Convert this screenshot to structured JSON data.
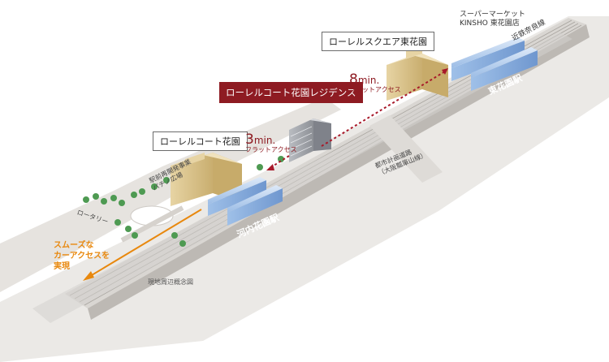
{
  "facilities": {
    "square": "ローレルスクエア東花園",
    "court": "ローレルコート花園",
    "residence": "ローレルコート花園レジデンス",
    "supermarket_line1": "スーパーマーケット",
    "supermarket_line2": "KINSHO 東花園店"
  },
  "stations": {
    "kawachi_hanazono": "河内花園駅",
    "higashi_hanazono": "東花園駅"
  },
  "routes": {
    "railway": "近鉄奈良線",
    "road_line1": "都市計画道路",
    "road_line2": "（大阪瓢箪山線）",
    "redevelopment_line1": "駅前再開発事業",
    "redevelopment_line2": "パチノ広場",
    "rotary": "ロータリー"
  },
  "access": {
    "to_square_minutes": "8",
    "to_station_minutes": "3",
    "unit": "min.",
    "caption": "フラットアクセス",
    "car_access_line1": "スムーズな",
    "car_access_line2": "カーアクセスを",
    "car_access_line3": "実現"
  },
  "map_caption": "現地周辺概念図",
  "colors": {
    "accent_red": "#8e1b22",
    "orange": "#e8880e",
    "station_blue": "#8fb4e0",
    "building_tan": "#dcc591",
    "ground": "#eae8e5",
    "track": "#cfcdcb"
  }
}
